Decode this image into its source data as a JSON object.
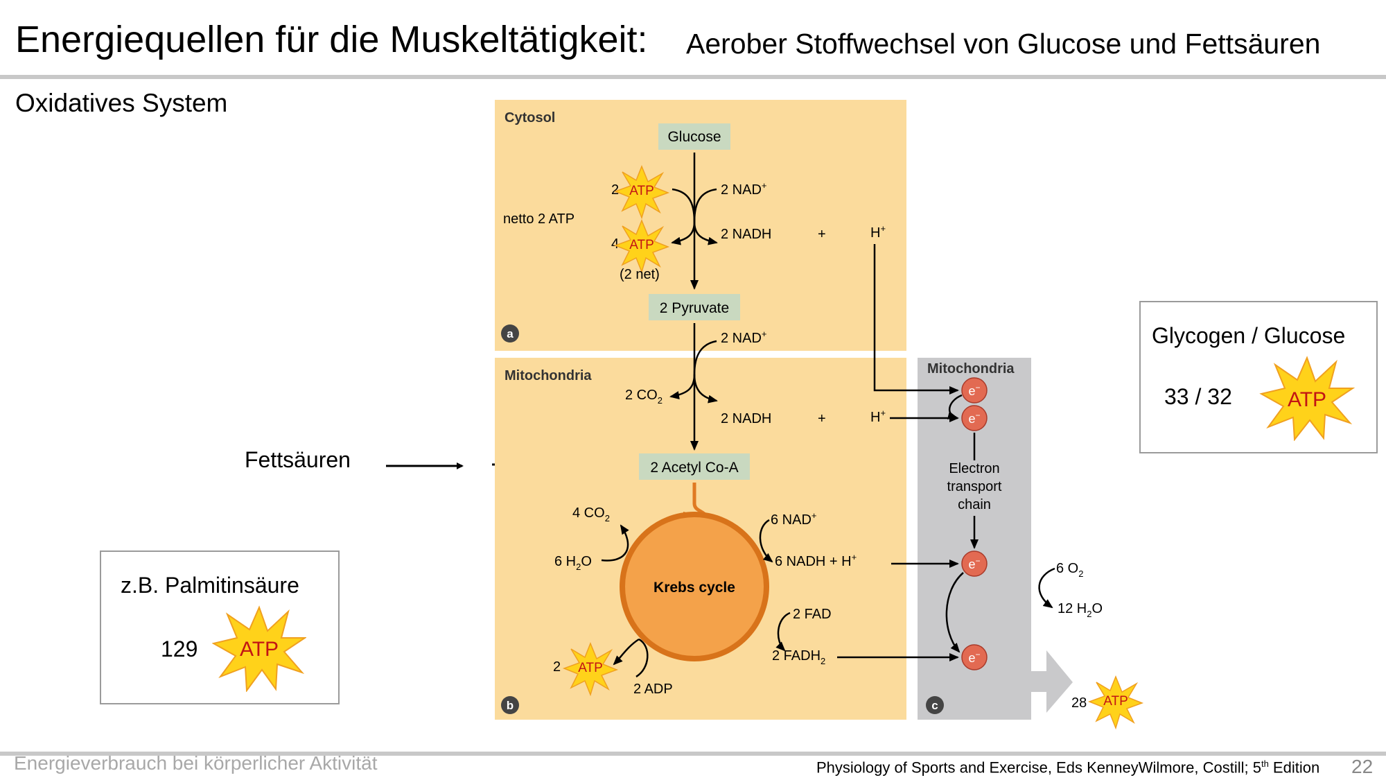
{
  "header": {
    "title": "Energiequellen für die Muskeltätigkeit:",
    "subtitle": "Aerober Stoffwechsel von Glucose und Fettsäuren"
  },
  "section_label": "Oxidatives System",
  "fatty_acids_label": "Fettsäuren",
  "palmitic_box": {
    "title": "z.B. Palmitinsäure",
    "value": "129",
    "atp_label": "ATP"
  },
  "glycogen_box": {
    "title": "Glycogen / Glucose",
    "value": "33 / 32",
    "atp_label": "ATP"
  },
  "diagram": {
    "cytosol_label": "Cytosol",
    "glucose": "Glucose",
    "atp_in_count": "2",
    "atp_out_count": "4",
    "atp": "ATP",
    "net_note": "netto 2 ATP",
    "two_net": "(2 net)",
    "nad_plus_1": "2 NAD",
    "nadh_1": "2 NADH",
    "plus": "+",
    "h_plus": "H",
    "pyruvate": "2 Pyruvate",
    "panel_a": "a",
    "mito_label_b": "Mitochondria",
    "nad_plus_2": "2 NAD",
    "co2_2": "2 CO",
    "nadh_2": "2 NADH",
    "acetyl": "2 Acetyl Co-A",
    "co2_4": "4 CO",
    "h2o_6": "6 H",
    "h2o_6_tail": "O",
    "krebs": "Krebs cycle",
    "nad_plus_6": "6 NAD",
    "nadh_6": "6 NADH + H",
    "fad": "2 FAD",
    "fadh2": "2 FADH",
    "atp_krebs_count": "2",
    "adp": "2 ADP",
    "panel_b": "b",
    "mito_label_c": "Mitochondria",
    "electron": "e",
    "etc_line1": "Electron",
    "etc_line2": "transport",
    "etc_line3": "chain",
    "o2": "6 O",
    "h2o_12": "12 H",
    "h2o_12_tail": "O",
    "atp_28_count": "28",
    "panel_c": "c"
  },
  "footer": {
    "left": "Energieverbrauch bei körperlicher Aktivität",
    "citation_pre": "Physiology of Sports and Exercise, Eds KenneyWilmore, Costill; 5",
    "citation_sup": "th",
    "citation_post": " Edition",
    "page": "22"
  },
  "colors": {
    "cytosol_bg": "#fbdb9c",
    "label_box": "#c9d9c0",
    "krebs_fill": "#f4a24a",
    "krebs_stroke": "#d8731a",
    "mito_c_bg": "#c9c9cb",
    "electron_fill": "#e26a52",
    "atp_burst": "#ffd21a",
    "atp_text": "#c21414"
  }
}
